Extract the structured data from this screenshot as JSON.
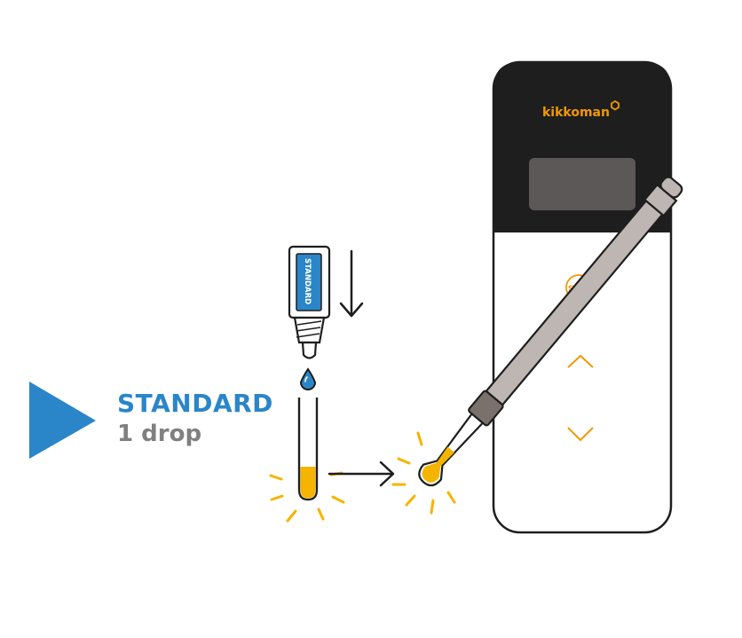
{
  "brand": {
    "name": "kikkoman",
    "color": "#f39800"
  },
  "step": {
    "title": "STANDARD",
    "subtitle": "1 drop",
    "title_color": "#2a86c8",
    "subtitle_color": "#808080"
  },
  "vial": {
    "label": "STANDARD",
    "label_color": "#2a86c8"
  },
  "device": {
    "button_label": "ST",
    "up_arrow": "chevron-up-icon",
    "down_arrow": "chevron-down-icon"
  },
  "colors": {
    "accent_blue": "#2a86c8",
    "liquid_yellow": "#f5b400",
    "device_dark": "#1e1e1e",
    "screen_gray": "#5b5857",
    "pen_gray": "#bdb6b2",
    "pen_cap": "#7a706c"
  }
}
